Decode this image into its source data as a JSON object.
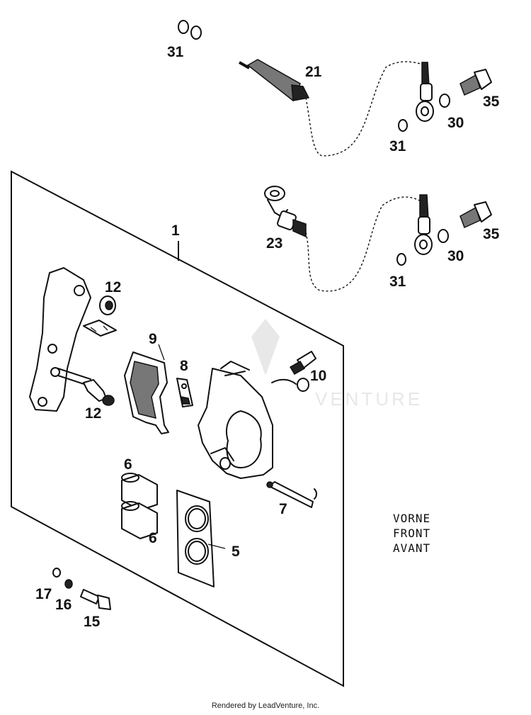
{
  "labels": {
    "l31_top": "31",
    "l21": "21",
    "l35_top": "35",
    "l30_top": "30",
    "l31_a": "31",
    "l1": "1",
    "l23": "23",
    "l35_mid": "35",
    "l30_mid": "30",
    "l31_b": "31",
    "l12_top": "12",
    "l9": "9",
    "l8": "8",
    "l10": "10",
    "l12_bot": "12",
    "l6_top": "6",
    "l6_bot": "6",
    "l7": "7",
    "l5": "5",
    "l17": "17",
    "l16": "16",
    "l15": "15"
  },
  "direction": {
    "line1": "VORNE",
    "line2": "FRONT",
    "line3": "AVANT"
  },
  "watermark": "VENTURE",
  "footer": "Rendered by LeadVenture, Inc."
}
